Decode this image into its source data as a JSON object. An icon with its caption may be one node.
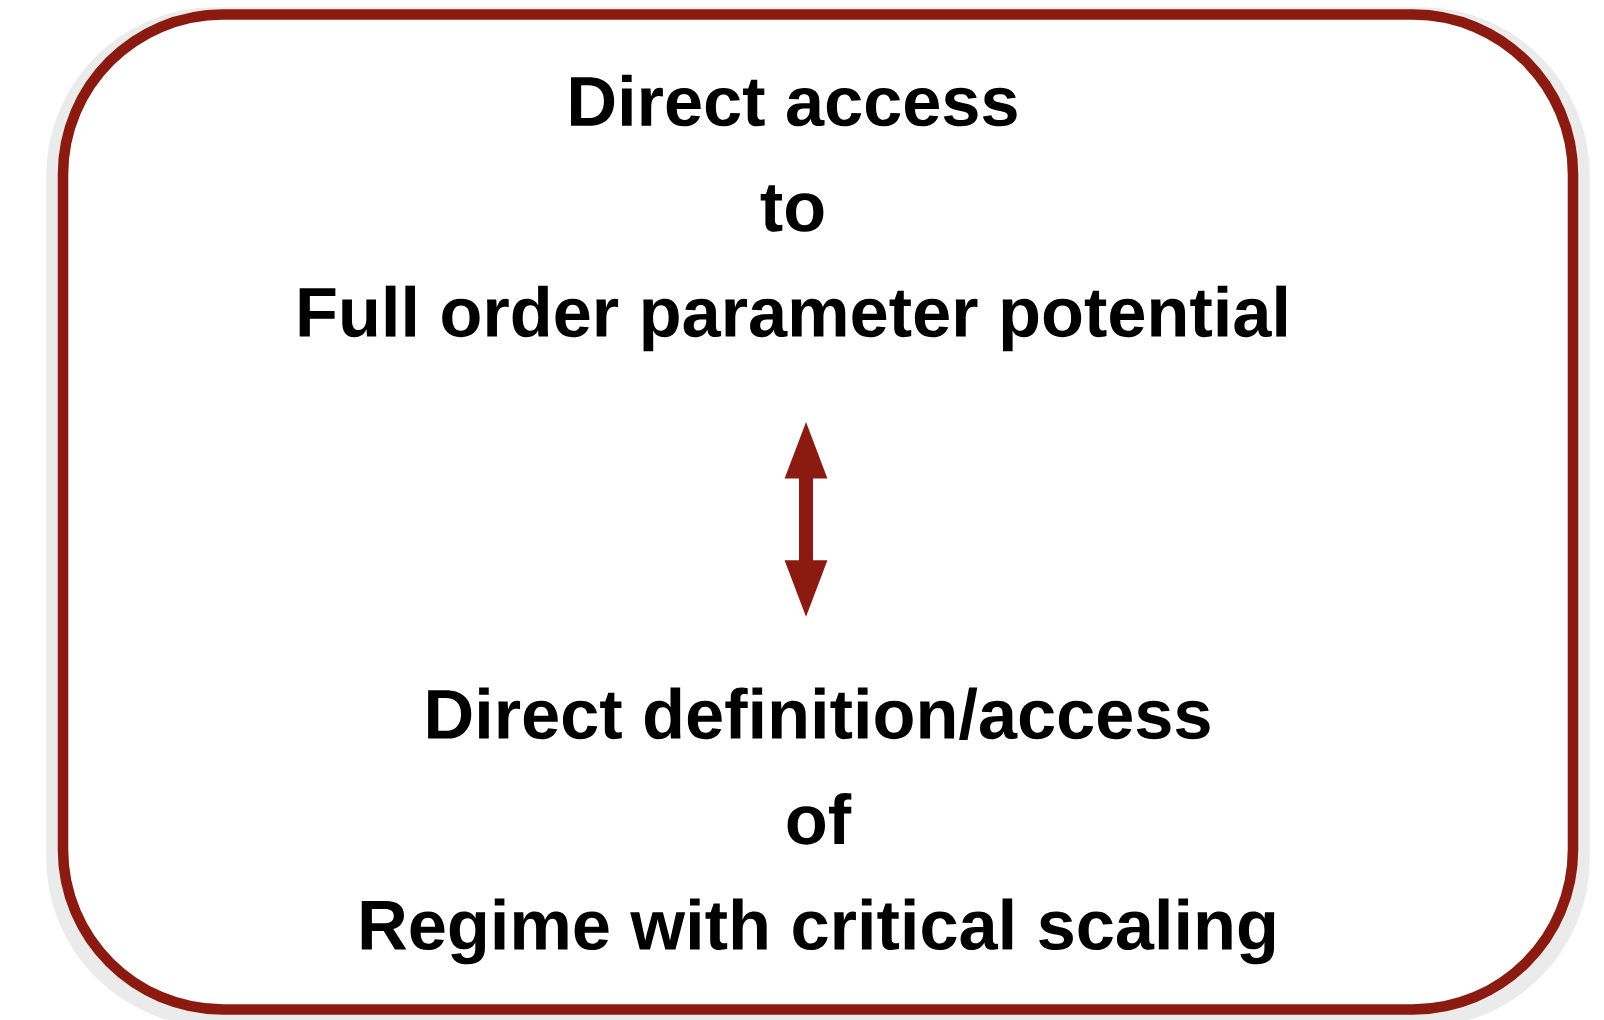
{
  "diagram": {
    "nodes": [
      {
        "text": [],
        "shape": "box"
      },
      {
        "text": [
          "Direct access",
          "to",
          "Full order parameter potential"
        ],
        "in": 0
      },
      {
        "text": [
          "Direct definition/access",
          "of",
          "Regime with critical scaling"
        ],
        "in": 0
      }
    ],
    "edges": [
      {
        "from": 1,
        "to": 2,
        "arrow": "both"
      }
    ]
  }
}
